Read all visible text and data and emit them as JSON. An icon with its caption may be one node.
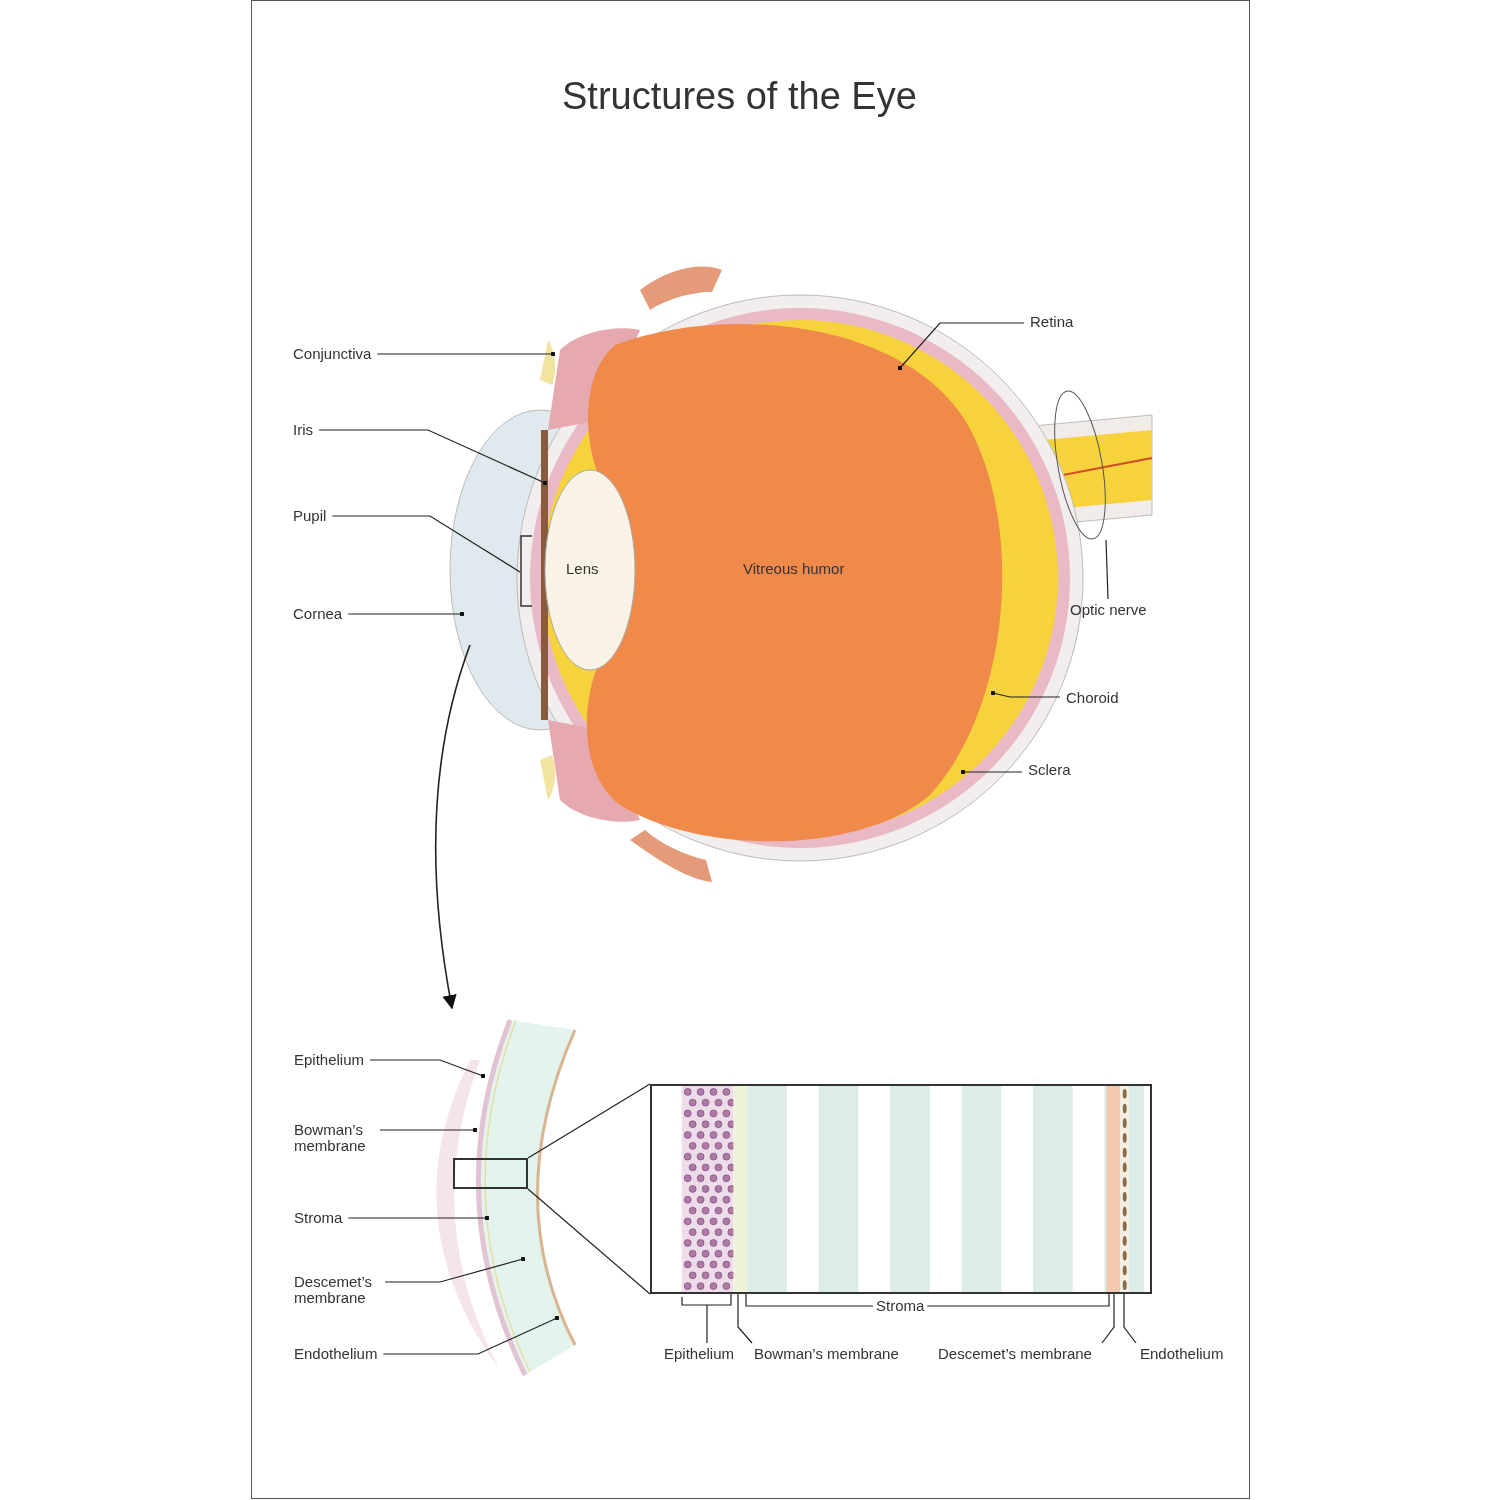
{
  "diagram": {
    "title": "Structures of the Eye",
    "nodes": [
      {
        "text": [
          "Conjunctiva"
        ]
      },
      {
        "text": [
          "Retina"
        ]
      },
      {
        "text": [
          "Iris"
        ]
      },
      {
        "text": [
          "Pupil"
        ]
      },
      {
        "text": [
          "Optic nerve"
        ]
      },
      {
        "text": [
          "Cornea"
        ]
      },
      {
        "text": [
          "Choroid"
        ]
      },
      {
        "text": [
          "Sclera"
        ]
      },
      {
        "text": [],
        "shape": "picture"
      },
      {
        "text": [
          "Epithelium"
        ]
      },
      {
        "text": [
          "Bowman’s membrane"
        ]
      },
      {
        "text": [],
        "shape": "box"
      },
      {
        "text": [
          "Stroma"
        ]
      },
      {
        "text": [
          "Descemet’s membrane"
        ]
      },
      {
        "text": [
          "Endothelium"
        ]
      },
      {
        "text": [],
        "shape": "box"
      },
      {
        "text": [
          "Stroma"
        ]
      },
      {
        "text": [
          "Epithelium"
        ]
      },
      {
        "text": [
          "Bowman’s membrane"
        ]
      },
      {
        "text": [
          "Descemet’s membrane"
        ]
      },
      {
        "text": [
          "Endothelium"
        ]
      }
    ],
    "edges": [
      {
        "from": 0,
        "to": null,
        "arrow": "other"
      },
      {
        "from": 1,
        "to": null,
        "arrow": "other"
      },
      {
        "from": 2,
        "to": null,
        "arrow": "other"
      },
      {
        "from": 3,
        "to": null,
        "arrow": "none"
      },
      {
        "from": 4,
        "to": null,
        "arrow": "none"
      },
      {
        "from": 5,
        "to": null,
        "arrow": "other"
      },
      {
        "from": 6,
        "to": null,
        "arrow": "other"
      },
      {
        "from": 7,
        "to": null,
        "arrow": "other"
      },
      {
        "from": null,
        "to": 8,
        "arrow": "to"
      },
      {
        "from": 9,
        "to": 8,
        "arrow": "other"
      },
      {
        "from": 10,
        "to": 8,
        "arrow": "other"
      },
      {
        "from": 12,
        "to": 8,
        "arrow": "other"
      },
      {
        "from": 13,
        "to": 8,
        "arrow": "other"
      },
      {
        "from": 14,
        "to": 8,
        "arrow": "other"
      },
      {
        "from": 11,
        "to": 15,
        "arrow": "none"
      },
      {
        "from": 11,
        "to": 15,
        "arrow": "none"
      },
      {
        "from": 16,
        "to": 15,
        "arrow": "none"
      },
      {
        "from": 16,
        "to": 15,
        "arrow": "none"
      },
      {
        "from": 17,
        "to": 15,
        "arrow": "none"
      },
      {
        "from": 18,
        "to": 15,
        "arrow": "none"
      },
      {
        "from": 19,
        "to": 15,
        "arrow": "none"
      },
      {
        "from": 20,
        "to": 15,
        "arrow": "none"
      }
    ],
    "labels": [
      "Lens",
      "Vitreous humor"
    ]
  }
}
